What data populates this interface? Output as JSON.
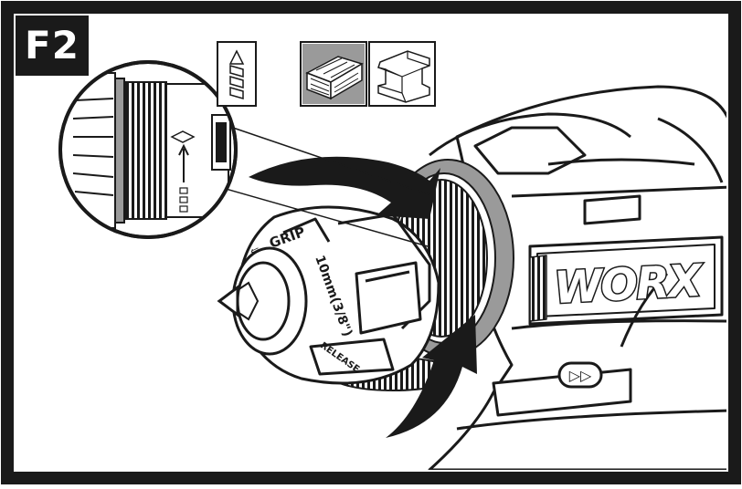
{
  "figure": {
    "label": "F2",
    "frame_color": "#1a1a1a",
    "label_bg": "#1a1a1a",
    "label_fg": "#ffffff"
  },
  "mode_icons": [
    {
      "name": "drill-bit-icon"
    },
    {
      "name": "wood-icon"
    },
    {
      "name": "metal-profile-icon"
    }
  ],
  "chuck": {
    "grip_text": "GRIP",
    "size_text": "10mm(3/8\")",
    "release_text": "RELEASE"
  },
  "brand": "WORX",
  "colors": {
    "ring": "#9a9a9a",
    "ink": "#1a1a1a",
    "body": "#ffffff",
    "arrow": "#1a1a1a"
  }
}
